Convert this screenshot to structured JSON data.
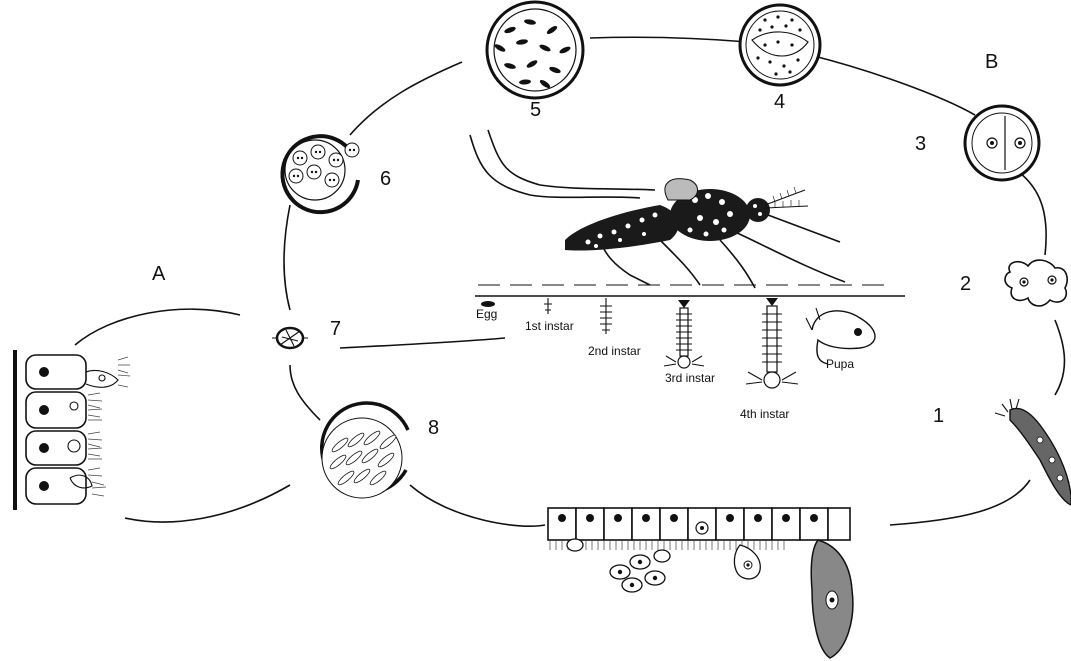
{
  "diagram": {
    "labels": {
      "A": "A",
      "B": "B",
      "stage_1": "1",
      "stage_2": "2",
      "stage_3": "3",
      "stage_4": "4",
      "stage_5": "5",
      "stage_6": "6",
      "stage_7": "7",
      "stage_8": "8"
    },
    "mosquito_stages": {
      "egg": "Egg",
      "first_instar": "1st instar",
      "second_instar": "2nd instar",
      "third_instar": "3rd instar",
      "fourth_instar": "4th instar",
      "pupa": "Pupa"
    }
  }
}
